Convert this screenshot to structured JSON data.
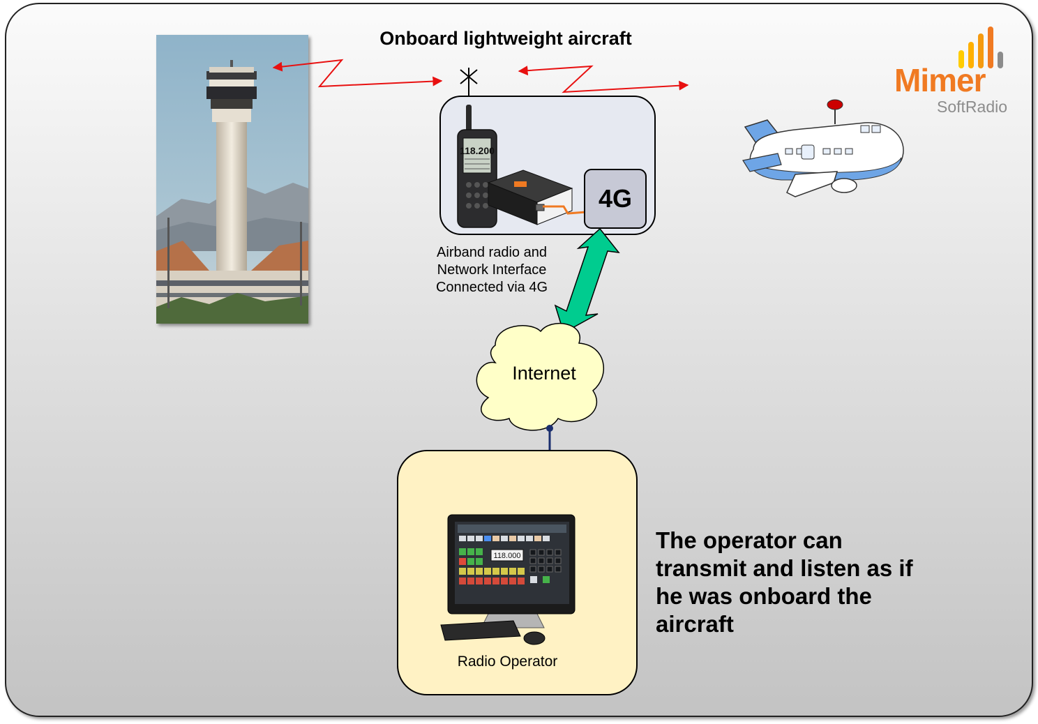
{
  "title": "Onboard lightweight aircraft",
  "radio_unit": {
    "badge": "4G",
    "caption_lines": [
      "Airband radio and",
      "Network Interface",
      "Connected via 4G"
    ],
    "handheld_frequency": "118.200"
  },
  "cloud": {
    "label": "Internet"
  },
  "operator": {
    "caption": "Radio Operator",
    "screen_frequency": "118.000",
    "note": "The operator can transmit and listen as if he was onboard the aircraft"
  },
  "logo": {
    "brand": "Mimer",
    "product": "SoftRadio"
  },
  "colors": {
    "link_arrow": "#e81010",
    "network_arrow": "#00cc8f",
    "wire": "#1a2e6e",
    "radio_box": "#e6e9f1",
    "operator_box": "#fff2c4",
    "cloud": "#ffffc8",
    "brand_orange": "#f07a22",
    "brand_gray": "#8c8c8c"
  },
  "icons": [
    "control-tower-photo",
    "antenna-icon",
    "handheld-radio-icon",
    "network-interface-icon",
    "airplane-icon",
    "computer-icon",
    "keyboard-icon",
    "mouse-icon",
    "signal-bars-icon"
  ]
}
